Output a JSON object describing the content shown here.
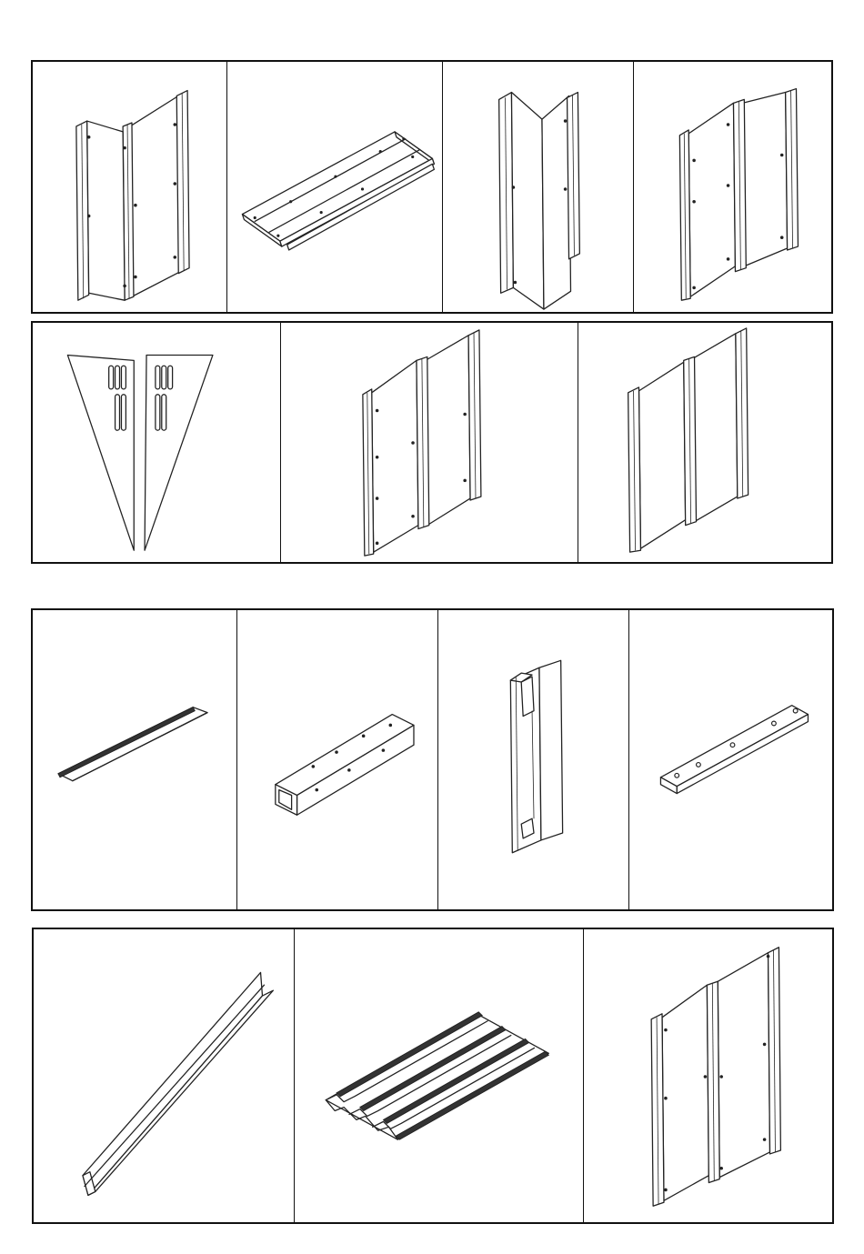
{
  "sheet": {
    "rows": [
      {
        "id": "row-1",
        "panels": [
          "corner-post-with-side-panel",
          "base-channel-rail",
          "corner-post",
          "double-wall-panel"
        ]
      },
      {
        "id": "row-2",
        "panels": [
          "triangular-gable-vents",
          "wall-panel-with-holes",
          "wall-panel-plain"
        ]
      },
      {
        "id": "row-3",
        "panels": [
          "angle-trim-strip",
          "c-channel-beam",
          "vertical-c-post",
          "slotted-strap-channel"
        ]
      },
      {
        "id": "row-4",
        "panels": [
          "long-angle-rail",
          "corrugated-roof-sheet",
          "wall-panel-large"
        ]
      }
    ]
  }
}
